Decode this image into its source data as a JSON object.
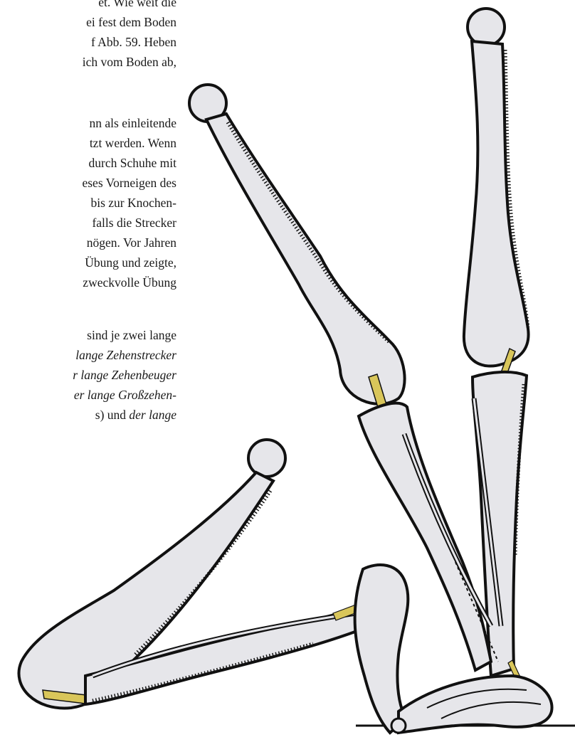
{
  "text_lines": [
    {
      "text": "et.  Wie weit die"
    },
    {
      "text": "ei fest dem Boden"
    },
    {
      "text": "f Abb. 59.  Heben"
    },
    {
      "text": "ich vom Boden ab,"
    },
    {
      "text": "nn  als  einleitende"
    },
    {
      "text": "tzt werden.  Wenn"
    },
    {
      "text": "durch  Schuhe  mit"
    },
    {
      "text": "eses Vorneigen des"
    },
    {
      "text": "bis  zur  Knochen-"
    },
    {
      "text": "falls  die  Strecker"
    },
    {
      "text": "nögen.  Vor Jahren"
    },
    {
      "text": "Übung  und  zeigte,"
    },
    {
      "text": "zweckvolle Übung"
    },
    {
      "text": "sind je zwei lange"
    },
    {
      "text": "lange Zehenstrecker",
      "italic": true
    },
    {
      "text": "r lange Zehenbeuger",
      "italic": true
    },
    {
      "text": "er lange Großzehen-",
      "italic": true
    },
    {
      "text_plain": "s)  und  ",
      "text_italic": "der  lange"
    }
  ],
  "figure": {
    "colors": {
      "bone_fill": "#e6e6ea",
      "outline": "#111111",
      "tendon": "#d9c65a",
      "ground": "#111111"
    }
  }
}
